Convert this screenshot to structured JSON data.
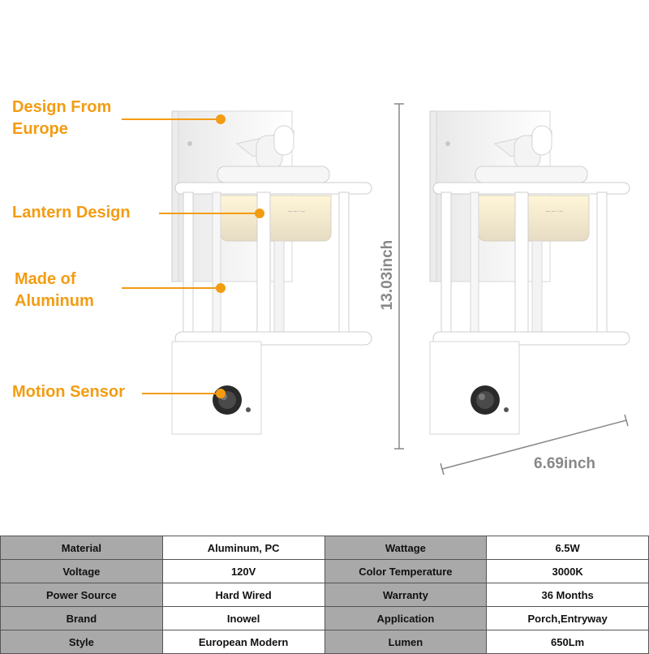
{
  "callouts": {
    "design": {
      "line1": "Design From",
      "line2": "Europe"
    },
    "lantern": {
      "line1": "Lantern Design"
    },
    "material": {
      "line1": "Made of",
      "line2": "Aluminum"
    },
    "motion": {
      "line1": "Motion Sensor"
    }
  },
  "dimensions": {
    "height": "13.03inch",
    "width": "6.69inch"
  },
  "colors": {
    "accent": "#f39c12",
    "dimension_text": "#888888",
    "table_label_bg": "#a9a9a9",
    "table_value_bg": "#ffffff"
  },
  "specs": [
    {
      "label1": "Material",
      "value1": "Aluminum, PC",
      "label2": "Wattage",
      "value2": "6.5W"
    },
    {
      "label1": "Voltage",
      "value1": "120V",
      "label2": "Color Temperature",
      "value2": "3000K"
    },
    {
      "label1": "Power Source",
      "value1": "Hard Wired",
      "label2": "Warranty",
      "value2": "36 Months"
    },
    {
      "label1": "Brand",
      "value1": "Inowel",
      "label2": "Application",
      "value2": "Porch,Entryway"
    },
    {
      "label1": "Style",
      "value1": "European Modern",
      "label2": "Lumen",
      "value2": "650Lm"
    }
  ]
}
